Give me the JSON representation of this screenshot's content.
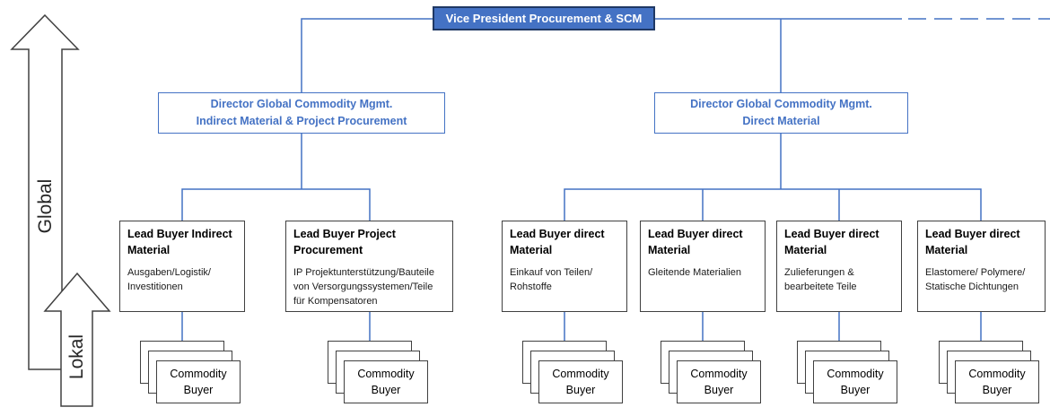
{
  "palette": {
    "accent_blue": "#4472C4",
    "vp_box_fill": "#4472C4",
    "vp_box_border": "#1F3864",
    "vp_text": "#FFFFFF",
    "director_border_text": "#4472C4",
    "dark_box_border": "#404040",
    "connector_line": "#4472C4"
  },
  "axis_arrows": {
    "global_label": "Global",
    "lokal_label": "Lokal"
  },
  "vp": {
    "title": "Vice President Procurement & SCM"
  },
  "directors": [
    {
      "title": "Director Global Commodity Mgmt.\nIndirect Material & Project Procurement"
    },
    {
      "title": "Director Global Commodity Mgmt.\nDirect Material"
    }
  ],
  "lead_buyers": [
    {
      "title": "Lead Buyer Indirect\nMaterial",
      "subtitle": "Ausgaben/Logistik/\nInvestitionen"
    },
    {
      "title": "Lead Buyer Project\nProcurement",
      "subtitle": "IP Projektunterstützung/Bauteile\nvon Versorgungssystemen/Teile\nfür Kompensatoren"
    },
    {
      "title": "Lead Buyer direct\nMaterial",
      "subtitle": "Einkauf von Teilen/\nRohstoffe"
    },
    {
      "title": "Lead Buyer direct\nMaterial",
      "subtitle": "Gleitende Materialien"
    },
    {
      "title": "Lead Buyer direct\nMaterial",
      "subtitle": "Zulieferungen &\nbearbeitete Teile"
    },
    {
      "title": "Lead Buyer direct\nMaterial",
      "subtitle": "Elastomere/ Polymere/\nStatische Dichtungen"
    }
  ],
  "commodity_buyer_label": "Commodity\nBuyer"
}
